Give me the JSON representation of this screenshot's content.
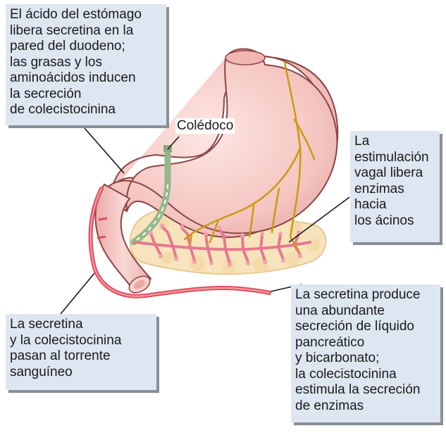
{
  "labels": {
    "acid": "El ácido del estómago\nlibera secretina en la\npared del duodeno;\nlas grasas y los\naminoácidos inducen\nla secreción\nde colecistocinina",
    "coledoco": "Colédoco",
    "vagal": "La\nestimulación\nvagal libera\nenzimas\nhacia\nlos ácinos",
    "blood": "La secretina\ny la colecistocinina\npasan al torrente\nsanguíneo",
    "secretin": "La secretina produce\nuna abundante\nsecreción de líquido\npancreático\ny bicarbonato;\nla colecistocinina\nestimula la secreción\nde enzimas"
  },
  "colors": {
    "stomach_fill": "#f4c4c0",
    "stomach_outline": "#7a3a3a",
    "pancreas_fill": "#f8e4bc",
    "duct_network": "#e87890",
    "nerve": "#c99a10",
    "bile_duct": "#93b88a",
    "blood_vessel": "#e04c5c",
    "label_box": "#dde6f1"
  }
}
